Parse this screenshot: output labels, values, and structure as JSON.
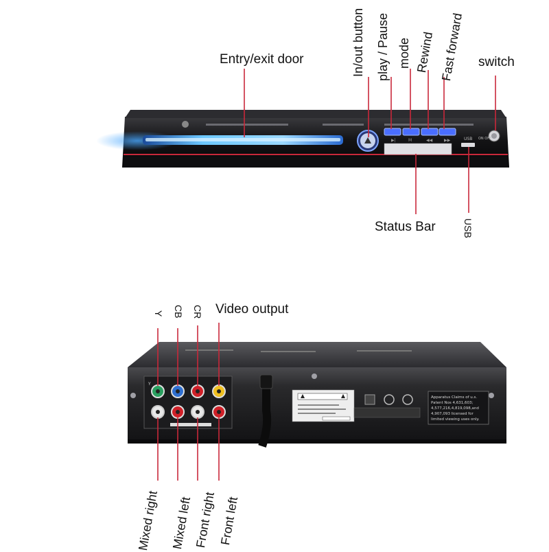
{
  "front_panel": {
    "callouts": {
      "entry_exit_door": "Entry/exit door",
      "in_out_button": "In/out button",
      "play_pause": "play / Pause",
      "mode": "mode",
      "rewind": "Rewind",
      "fast_forward": "Fast forward",
      "switch": "switch",
      "status_bar": "Status Bar",
      "usb": "USB"
    },
    "device_marks": {
      "usb_port_label": "USB",
      "power_label": "ON OFF"
    }
  },
  "rear_panel": {
    "callouts": {
      "video_output": "Video output",
      "y": "Y",
      "cb": "CB",
      "cr": "CR",
      "mixed_right": "Mixed right",
      "mixed_left": "Mixed left",
      "front_right": "Front right",
      "front_left": "Front left"
    },
    "label_plate_lines": [
      "Apparatus Claims of u.s.",
      "Patent Nos 4,631,603;",
      "4,577,216,4,819,098,and",
      "4,907,093 licensed for",
      "limited viewing uses only."
    ]
  },
  "colors": {
    "line_red": "#c9283a",
    "device_body": "#1a1a1c",
    "door_glow": "#4aa8ff",
    "button_glow": "#6d8cff",
    "jack_yellow": "#f0c020",
    "jack_green": "#2aa060",
    "jack_blue": "#2f6fd0",
    "jack_red": "#d02028",
    "jack_white": "#e8e8e8"
  }
}
